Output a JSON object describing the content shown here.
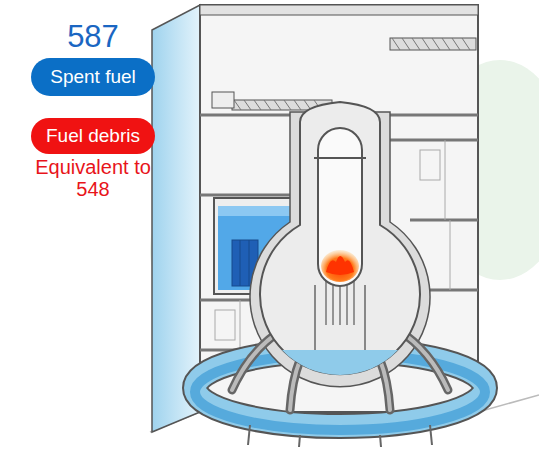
{
  "diagram": {
    "nodes": [
      {
        "text": [
          "587",
          "Spent fuel"
        ]
      },
      {
        "text": [
          "Fuel debris",
          "Equivalent to 548"
        ]
      }
    ]
  }
}
